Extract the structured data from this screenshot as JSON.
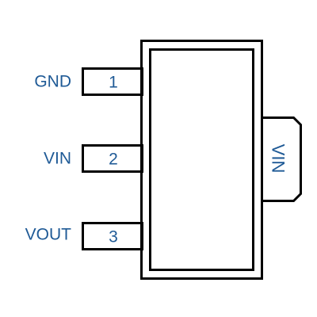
{
  "package": {
    "tab_label": "VIN",
    "pins": [
      {
        "number": "1",
        "name": "GND"
      },
      {
        "number": "2",
        "name": "VIN"
      },
      {
        "number": "3",
        "name": "VOUT"
      }
    ]
  },
  "colors": {
    "outline": "#000000",
    "text": "#1f5a96",
    "background": "#ffffff"
  }
}
